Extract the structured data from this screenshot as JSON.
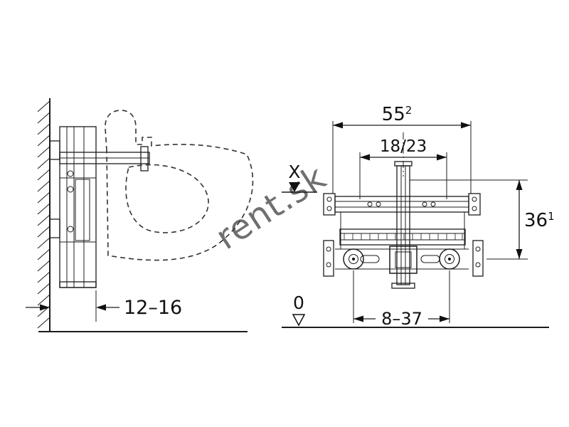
{
  "watermark": "rent.sk",
  "side_view": {
    "depth_dimension": "12–16"
  },
  "front_view": {
    "overall_width": "55",
    "overall_width_sup": "2",
    "fixing_distance": "18/23",
    "height": "36",
    "height_sup": "1",
    "outlet_range": "8–37",
    "level_marker_x": "X",
    "level_marker_zero": "0"
  }
}
